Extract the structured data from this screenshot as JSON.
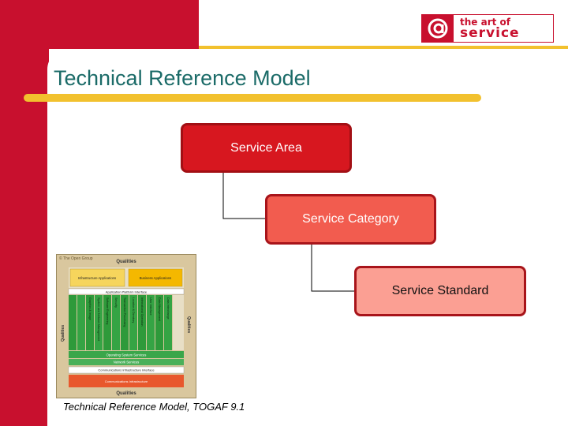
{
  "logo": {
    "line1": "the art of",
    "line2": "service"
  },
  "slide": {
    "title": "Technical Reference Model"
  },
  "hierarchy": {
    "level1": "Service Area",
    "level2": "Service Category",
    "level3": "Service Standard"
  },
  "figure": {
    "caption": "Technical Reference Model, TOGAF 9.1",
    "copyright": "© The Open Group",
    "qualities": "Qualities",
    "infrastructure_applications": "Infrastructure Applications",
    "business_applications": "Business Applications",
    "application_platform_interface": "Application Platform Interface",
    "services": [
      "Data Interchange",
      "Data Management",
      "User Interface",
      "International Operation",
      "Location & Directory",
      "Transaction Processing",
      "Security",
      "Software Engineering",
      "System and Network Management",
      "Graphics & Image"
    ],
    "operating_system_services": "Operating System Services",
    "network_services": "Network Services",
    "communications_infrastructure_interface": "Communications Infrastructure Interface",
    "communications_infrastructure": "Communications Infrastructure"
  },
  "colors": {
    "primary_red": "#c8102e",
    "accent_gold": "#f2c12e",
    "title_teal": "#1b6b68"
  }
}
